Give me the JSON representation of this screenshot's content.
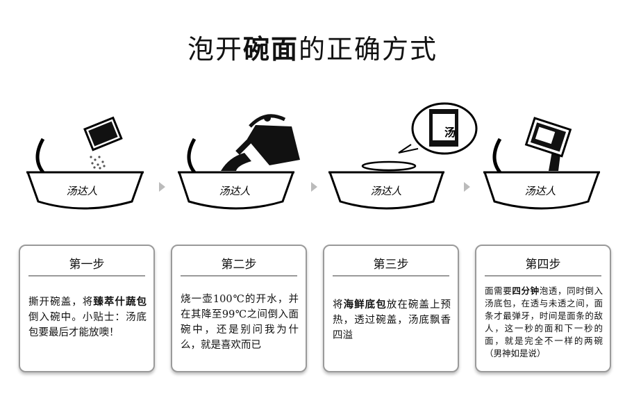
{
  "title": {
    "part1": "泡开",
    "part2": "碗面",
    "part3": "的正确方式"
  },
  "bowl_brand": "汤达人",
  "packet_label": "汤",
  "steps": [
    {
      "heading": "第一步",
      "text_before": "撕开碗盖，将",
      "bold": "臻萃什蔬包",
      "text_after": "倒入碗中。小贴士：汤底包要最后才能放噢！"
    },
    {
      "heading": "第二步",
      "text_before": "烧一壶100℃的开水，并在其降至99℃之间倒入面碗中，还是别问我为什么，就是喜欢而已",
      "bold": "",
      "text_after": ""
    },
    {
      "heading": "第三步",
      "text_before": "将",
      "bold": "海鲜底包",
      "text_after": "放在碗盖上预热，透过碗盖，汤底飘香四溢"
    },
    {
      "heading": "第四步",
      "text_before": "面需要",
      "bold": "四分钟",
      "text_after": "泡透，同时倒入汤底包，在透与未透之间，面条才最弹牙，时间是面条的敌人，这一秒的面和下一秒的面，就是完全不一样的两碗（男神如是说）"
    }
  ]
}
